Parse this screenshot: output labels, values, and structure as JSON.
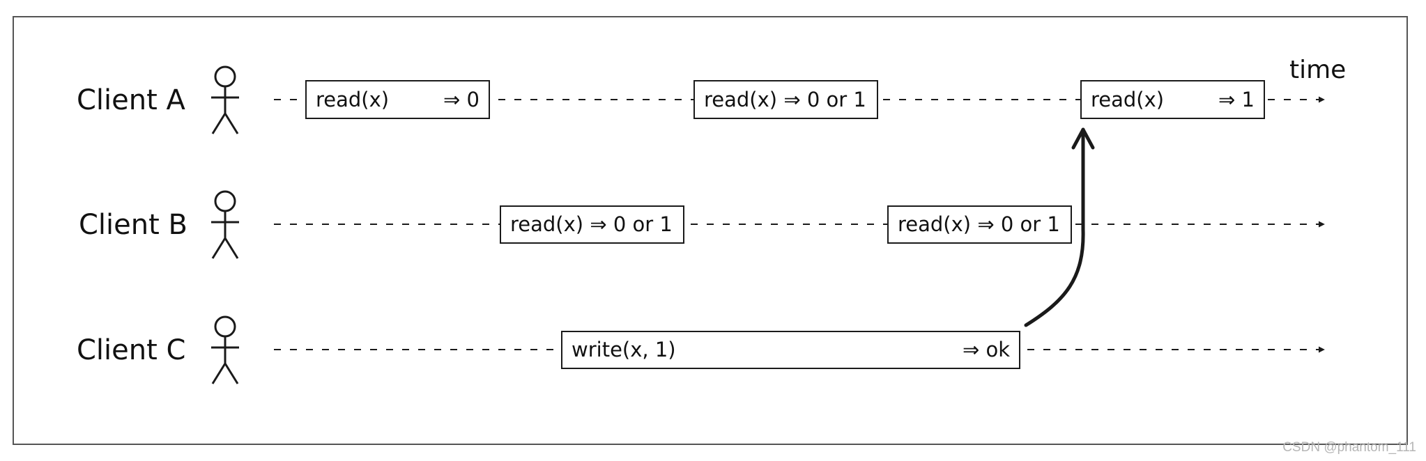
{
  "time_label": "time",
  "clients": [
    {
      "label": "Client A",
      "operations": [
        {
          "op": "read(x)",
          "result": "⇒ 0"
        },
        {
          "op": "read(x) ⇒ 0 or 1",
          "result": ""
        },
        {
          "op": "read(x)",
          "result": "⇒ 1"
        }
      ]
    },
    {
      "label": "Client B",
      "operations": [
        {
          "op": "read(x) ⇒ 0 or 1",
          "result": ""
        },
        {
          "op": "read(x) ⇒ 0 or 1",
          "result": ""
        }
      ]
    },
    {
      "label": "Client C",
      "operations": [
        {
          "op": "write(x, 1)",
          "result": "⇒ ok"
        }
      ]
    }
  ],
  "watermark": "CSDN @phantom_111",
  "colors": {
    "stroke": "#1a1a1a",
    "frame": "#555555",
    "watermark": "#b5b5b5"
  }
}
